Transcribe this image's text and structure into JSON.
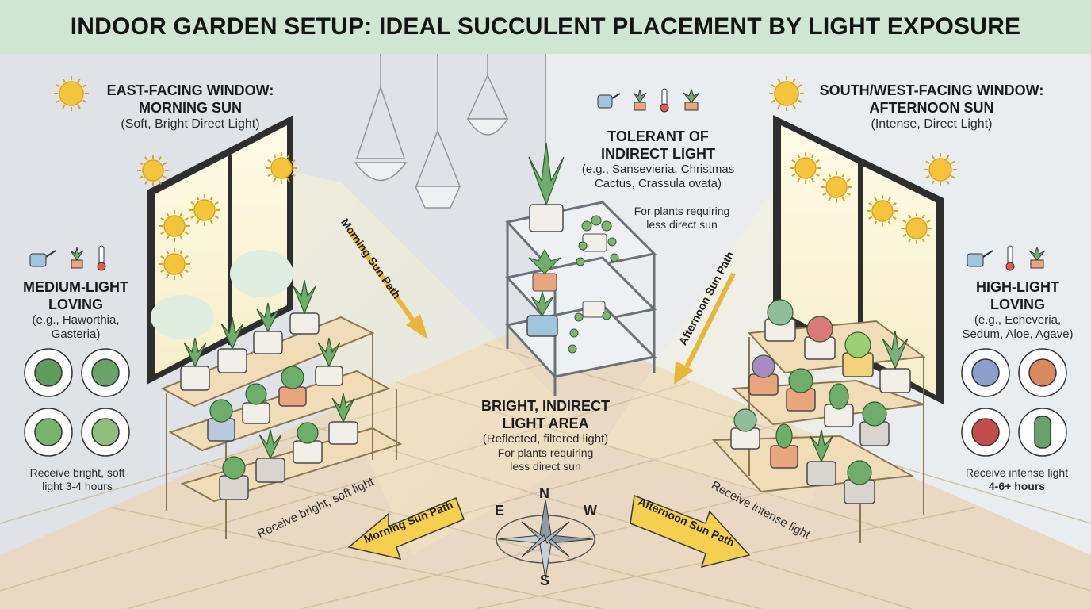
{
  "title": "INDOOR GARDEN SETUP: IDEAL SUCCULENT PLACEMENT BY LIGHT EXPOSURE",
  "colors": {
    "banner": "#cfe6d2",
    "wall_left": "#dfe3e8",
    "wall_right": "#e8ebee",
    "floor": "#ead9c2",
    "sun": "#f4c53a",
    "arrow": "#f2c94c",
    "shelf": "#f1dcb8",
    "leaf": "#6fae6a"
  },
  "east_window": {
    "heading_line1": "EAST-FACING WINDOW:",
    "heading_line2": "MORNING SUN",
    "sub": "(Soft, Bright Direct Light)"
  },
  "south_window": {
    "heading_line1": "SOUTH/WEST-FACING WINDOW:",
    "heading_line2": "AFTERNOON SUN",
    "sub": "(Intense, Direct Light)"
  },
  "tolerant": {
    "heading_line1": "TOLERANT OF",
    "heading_line2": "INDIRECT LIGHT",
    "examples_line1": "(e.g., Sansevieria, Christmas",
    "examples_line2": "Cactus, Crassula ovata)",
    "note_line1": "For plants requiring",
    "note_line2": "less direct sun"
  },
  "medium": {
    "heading_line1": "MEDIUM-LIGHT",
    "heading_line2": "LOVING",
    "examples_line1": "(e.g., Haworthia,",
    "examples_line2": "Gasteria)",
    "note_line1": "Receive bright, soft",
    "note_line2": "light 3-4 hours"
  },
  "high": {
    "heading_line1": "HIGH-LIGHT",
    "heading_line2": "LOVING",
    "examples_line1": "(e.g., Echeveria,",
    "examples_line2": "Sedum, Aloe, Agave)",
    "note_line1": "Receive intense light",
    "note_line2": "4-6+ hours"
  },
  "bright_area": {
    "heading_line1": "BRIGHT, INDIRECT",
    "heading_line2": "LIGHT AREA",
    "sub": "(Reflected, filtered light)",
    "note_line1": "For plants requiring",
    "note_line2": "less direct sun"
  },
  "paths": {
    "morning_diag": "Morning Sun Path",
    "afternoon_diag": "Afternoon Sun Path",
    "morning_floor": "Morning Sun Path",
    "afternoon_floor": "Afternoon Sun Path",
    "receive_soft": "Receive bright, soft light",
    "receive_intense": "Receive intense light"
  },
  "compass": {
    "n": "N",
    "e": "E",
    "w": "W",
    "s": "S"
  },
  "icons": {
    "care_set": [
      "watering-can-icon",
      "plant-icon",
      "thermometer-icon"
    ],
    "sun": "sun-icon"
  }
}
